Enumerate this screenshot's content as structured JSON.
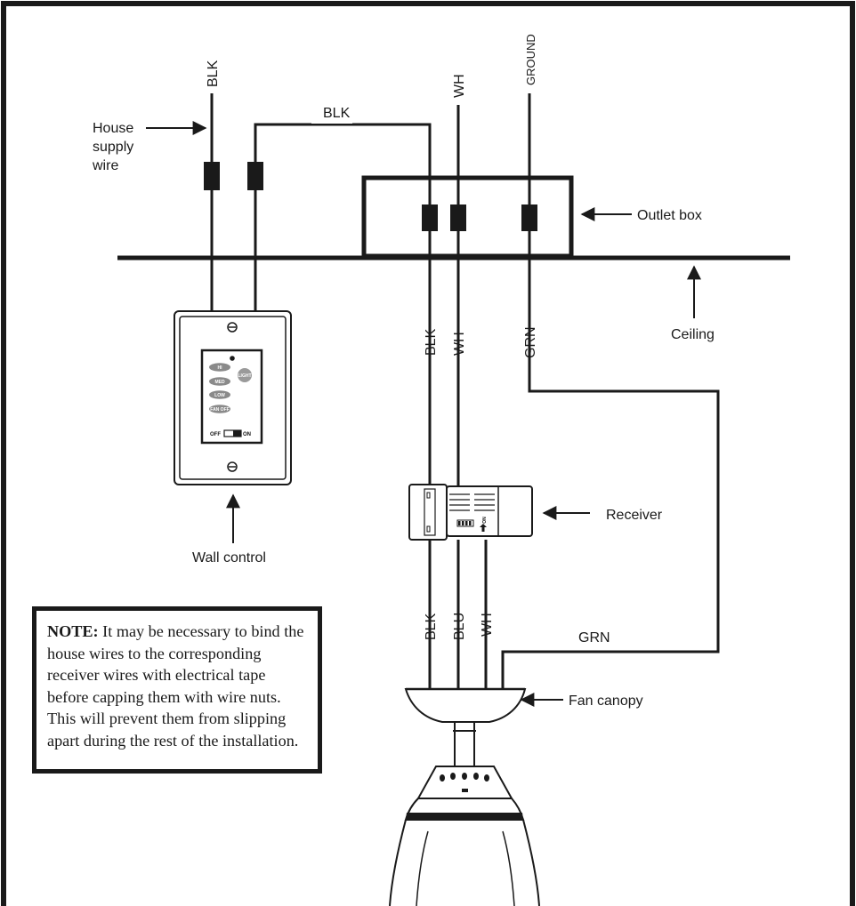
{
  "labels": {
    "blk_top": "BLK",
    "blk_loop": "BLK",
    "wh_top": "WH",
    "ground_top": "GROUND",
    "house_supply_wire": [
      "House",
      "supply",
      "wire"
    ],
    "outlet_box": "Outlet box",
    "ceiling": "Ceiling",
    "blk_mid": "BLK",
    "wh_mid": "WH",
    "grn_mid": "GRN",
    "receiver": "Receiver",
    "wall_control": "Wall control",
    "blk_low": "BLK",
    "blu_low": "BLU",
    "wh_low": "WH",
    "grn_low": "GRN",
    "fan_canopy": "Fan canopy"
  },
  "wall_control_buttons": {
    "hi": "HI",
    "med": "MED",
    "low": "LOW",
    "fan_off": "FAN OFF",
    "light": "LIGHT",
    "off": "OFF",
    "on": "ON"
  },
  "receiver_switch_label": "ON",
  "note": {
    "heading": "NOTE:",
    "body": " It may be necessary to bind the house wires to the corresponding receiver wires with electrical tape before capping them with wire nuts. This will prevent them from slipping apart during the rest of the installation."
  },
  "colors": {
    "ink": "#1a1a1a",
    "button_gray": "#8a8a8a",
    "paper": "#ffffff"
  }
}
